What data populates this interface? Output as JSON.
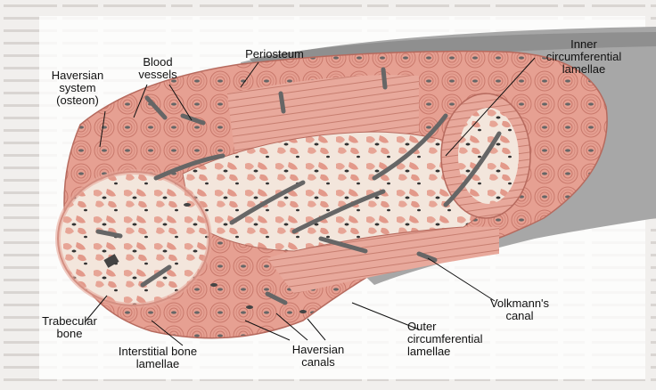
{
  "labels": {
    "haversian_system": "Haversian\nsystem\n(osteon)",
    "blood_vessels": "Blood\nvessels",
    "periosteum": "Periosteum",
    "inner_lamellae": "Inner\ncircumferential\nlamellae",
    "volkmanns_canal": "Volkmann's\ncanal",
    "outer_lamellae": "Outer\ncircumferential\nlamellae",
    "haversian_canals": "Haversian\ncanals",
    "interstitial_lamellae": "Interstitial bone\nlamellae",
    "trabecular_bone": "Trabecular\nbone"
  },
  "colors": {
    "background_text_page": "#f2f0ee",
    "bone_pink": "#e9a79a",
    "bone_dark": "#c96f62",
    "bone_light": "#f6d3c9",
    "marrow_cream": "#f5e4d8",
    "vessel_gray": "#6b6b6b",
    "periosteum_gray": "#8c8c8c",
    "outer_sleeve": "#a9a9a9"
  }
}
